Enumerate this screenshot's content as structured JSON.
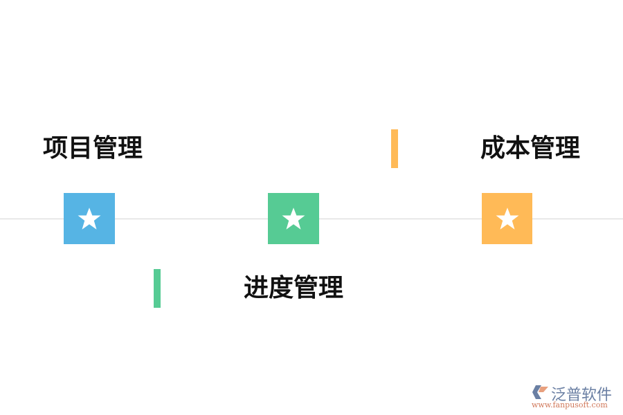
{
  "diagram": {
    "type": "timeline",
    "colors": {
      "line": "#d4d4d4",
      "blue": "#56b4e4",
      "green": "#56cb94",
      "orange": "#ffba57"
    },
    "items": [
      {
        "label": "项目管理",
        "color": "#56b4e4",
        "icon": "star-icon",
        "position": "above"
      },
      {
        "label": "进度管理",
        "color": "#56cb94",
        "icon": "star-icon",
        "position": "below"
      },
      {
        "label": "成本管理",
        "color": "#ffba57",
        "icon": "star-icon",
        "position": "above"
      }
    ]
  },
  "watermark": {
    "brand": "泛普软件",
    "url": "www.fanpusoft.com"
  }
}
